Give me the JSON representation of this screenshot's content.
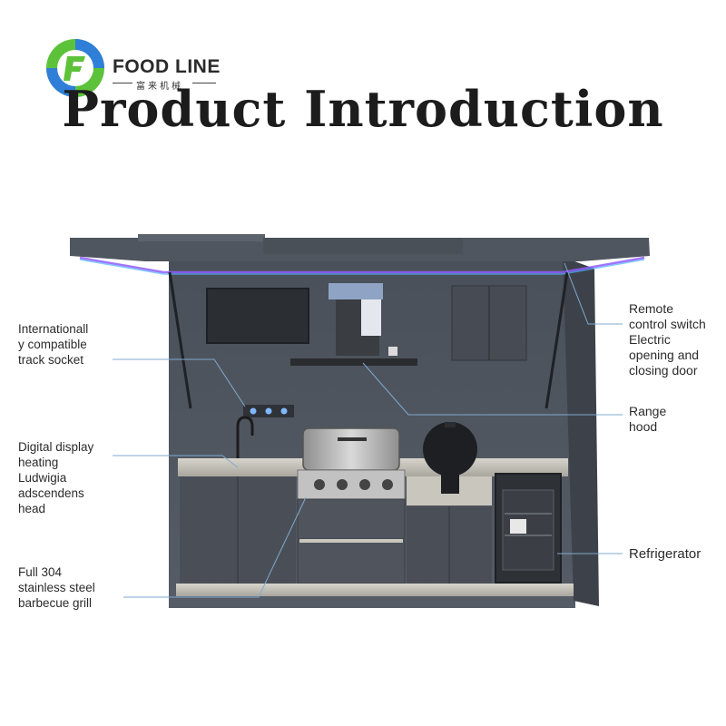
{
  "brand": {
    "name": "FOOD LINE",
    "subtitle": "富来机械"
  },
  "title": "Product Introduction",
  "labels": {
    "track_socket": "Internationall\ny compatible\ntrack socket",
    "digital_heating": "Digital display\nheating\nLudwigia\nadscendens\nhead",
    "barbecue_grill": "Full 304\nstainless steel\nbarbecue grill",
    "remote_switch": "Remote\ncontrol switch\nElectric\nopening and\nclosing door",
    "range_hood": "Range\nhood",
    "refrigerator": "Refrigerator"
  },
  "colors": {
    "logo_green": "#5cc23a",
    "logo_blue": "#2f7fd8",
    "cabinet": "#4d535d",
    "cabinet_dark": "#3a3f47",
    "steel": "#b9b6ae",
    "leader_line": "#7fa9cf",
    "led_glow": "#8f5cff"
  }
}
